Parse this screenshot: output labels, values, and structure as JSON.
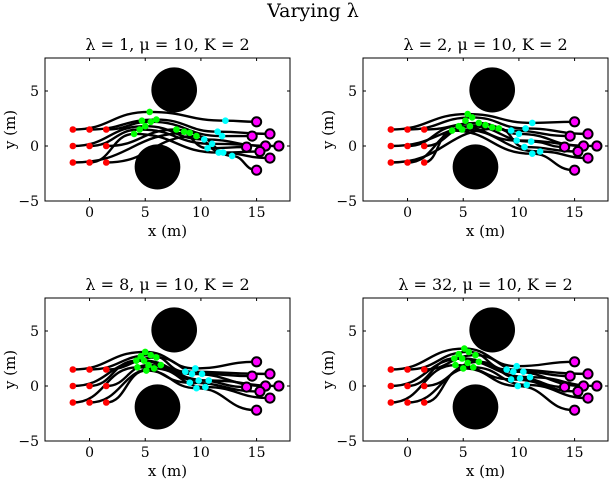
{
  "figure": {
    "suptitle": "Varying λ"
  },
  "chart_data": [
    {
      "type": "scatter",
      "title": "λ = 1, μ = 10, K = 2",
      "xlabel": "x (m)",
      "ylabel": "y (m)",
      "xlim": [
        -4,
        18
      ],
      "ylim": [
        -5,
        8
      ],
      "xticks": [
        0,
        5,
        10,
        15
      ],
      "yticks": [
        -5,
        0,
        5
      ],
      "obstacles": [
        {
          "x": 7.6,
          "y": 5.1,
          "r": 2.05
        },
        {
          "x": 6.1,
          "y": -1.9,
          "r": 2.05
        }
      ],
      "series": [
        {
          "color": "#ff0000",
          "points": [
            [
              -1.5,
              1.5
            ],
            [
              0,
              1.5
            ],
            [
              1.5,
              1.5
            ],
            [
              -1.5,
              0
            ],
            [
              0,
              0
            ],
            [
              1.5,
              0
            ],
            [
              -1.5,
              -1.5
            ],
            [
              0,
              -1.5
            ],
            [
              1.5,
              -1.5
            ]
          ]
        },
        {
          "color": "#00ff00",
          "points": [
            [
              4,
              1.1
            ],
            [
              4.5,
              1.5
            ],
            [
              5,
              1.8
            ],
            [
              5.5,
              2.2
            ],
            [
              6,
              2.4
            ],
            [
              4.7,
              2.3
            ],
            [
              5.4,
              3.1
            ],
            [
              7.8,
              1.5
            ],
            [
              8.5,
              1.3
            ],
            [
              9,
              1.2
            ],
            [
              9.6,
              0.9
            ]
          ]
        },
        {
          "color": "#00ffff",
          "points": [
            [
              10.3,
              0.6
            ],
            [
              11,
              0.2
            ],
            [
              11.5,
              1.3
            ],
            [
              11.9,
              0.9
            ],
            [
              12.2,
              2.3
            ],
            [
              12,
              -0.6
            ],
            [
              12.8,
              -0.9
            ],
            [
              11.6,
              -0.6
            ],
            [
              10.6,
              -0.2
            ]
          ]
        },
        {
          "color": "#ff00ff",
          "points": [
            [
              15,
              2.2
            ],
            [
              16.2,
              1.1
            ],
            [
              14.6,
              0.9
            ],
            [
              15.8,
              0
            ],
            [
              17,
              0
            ],
            [
              14.1,
              -0.1
            ],
            [
              15.3,
              -0.5
            ],
            [
              16.2,
              -1.1
            ],
            [
              15,
              -2.2
            ]
          ]
        }
      ]
    },
    {
      "type": "scatter",
      "title": "λ = 2, μ = 10, K = 2",
      "xlabel": "x (m)",
      "ylabel": "y (m)",
      "xlim": [
        -4,
        18
      ],
      "ylim": [
        -5,
        8
      ],
      "xticks": [
        0,
        5,
        10,
        15
      ],
      "yticks": [
        -5,
        0,
        5
      ],
      "obstacles": [
        {
          "x": 7.6,
          "y": 5.1,
          "r": 2.05
        },
        {
          "x": 6.1,
          "y": -1.9,
          "r": 2.05
        }
      ],
      "series": [
        {
          "color": "#ff0000",
          "points": [
            [
              -1.5,
              1.5
            ],
            [
              0,
              1.5
            ],
            [
              1.5,
              1.5
            ],
            [
              -1.5,
              0
            ],
            [
              0,
              0
            ],
            [
              1.5,
              0
            ],
            [
              -1.5,
              -1.5
            ],
            [
              0,
              -1.5
            ],
            [
              1.5,
              -1.5
            ]
          ]
        },
        {
          "color": "#00ff00",
          "points": [
            [
              4,
              1.4
            ],
            [
              4.6,
              1.8
            ],
            [
              5.2,
              2.3
            ],
            [
              5.8,
              2.6
            ],
            [
              5.4,
              2.9
            ],
            [
              6.4,
              2.1
            ],
            [
              7,
              1.9
            ],
            [
              7.6,
              1.7
            ],
            [
              8.2,
              1.6
            ],
            [
              4.9,
              1.5
            ],
            [
              5.6,
              1.8
            ]
          ]
        },
        {
          "color": "#00ffff",
          "points": [
            [
              9.3,
              1.4
            ],
            [
              10,
              1.1
            ],
            [
              10.6,
              1.6
            ],
            [
              11.2,
              2.1
            ],
            [
              9.8,
              0.5
            ],
            [
              10.5,
              -0.1
            ],
            [
              11.2,
              -0.7
            ],
            [
              11.9,
              -0.5
            ],
            [
              11.1,
              0.4
            ]
          ]
        },
        {
          "color": "#ff00ff",
          "points": [
            [
              15,
              2.2
            ],
            [
              16.2,
              1.1
            ],
            [
              14.6,
              0.9
            ],
            [
              15.8,
              0
            ],
            [
              17,
              0
            ],
            [
              14.1,
              -0.1
            ],
            [
              15.3,
              -0.5
            ],
            [
              16.2,
              -1.1
            ],
            [
              15,
              -2.2
            ]
          ]
        }
      ]
    },
    {
      "type": "scatter",
      "title": "λ = 8, μ = 10, K = 2",
      "xlabel": "x (m)",
      "ylabel": "y (m)",
      "xlim": [
        -4,
        18
      ],
      "ylim": [
        -5,
        8
      ],
      "xticks": [
        0,
        5,
        10,
        15
      ],
      "yticks": [
        -5,
        0,
        5
      ],
      "obstacles": [
        {
          "x": 7.6,
          "y": 5.1,
          "r": 2.05
        },
        {
          "x": 6.1,
          "y": -1.9,
          "r": 2.05
        }
      ],
      "series": [
        {
          "color": "#ff0000",
          "points": [
            [
              -1.5,
              1.5
            ],
            [
              0,
              1.5
            ],
            [
              1.5,
              1.5
            ],
            [
              -1.5,
              0
            ],
            [
              0,
              0
            ],
            [
              1.5,
              0
            ],
            [
              -1.5,
              -1.5
            ],
            [
              0,
              -1.5
            ],
            [
              1.5,
              -1.5
            ]
          ]
        },
        {
          "color": "#00ff00",
          "points": [
            [
              4.3,
              1.7
            ],
            [
              4.9,
              2.3
            ],
            [
              5.5,
              2.8
            ],
            [
              5,
              3.1
            ],
            [
              6,
              2.6
            ],
            [
              4.6,
              2.7
            ],
            [
              5.3,
              1.9
            ],
            [
              5.8,
              1.6
            ],
            [
              6.4,
              1.9
            ],
            [
              4.2,
              2.3
            ],
            [
              5.1,
              1.4
            ]
          ]
        },
        {
          "color": "#00ffff",
          "points": [
            [
              9.5,
              1.6
            ],
            [
              10.1,
              1.1
            ],
            [
              10.7,
              0.5
            ],
            [
              9.2,
              1.1
            ],
            [
              9.8,
              0.5
            ],
            [
              10.4,
              -0.1
            ],
            [
              9,
              0.3
            ],
            [
              8.6,
              1.3
            ],
            [
              9.6,
              -0.2
            ]
          ]
        },
        {
          "color": "#ff00ff",
          "points": [
            [
              15,
              2.2
            ],
            [
              16.2,
              1.1
            ],
            [
              14.6,
              0.9
            ],
            [
              15.8,
              0
            ],
            [
              17,
              0
            ],
            [
              14.1,
              -0.1
            ],
            [
              15.3,
              -0.5
            ],
            [
              16.2,
              -1.1
            ],
            [
              15,
              -2.2
            ]
          ]
        }
      ]
    },
    {
      "type": "scatter",
      "title": "λ = 32, μ = 10, K = 2",
      "xlabel": "x (m)",
      "ylabel": "y (m)",
      "xlim": [
        -4,
        18
      ],
      "ylim": [
        -5,
        8
      ],
      "xticks": [
        0,
        5,
        10,
        15
      ],
      "yticks": [
        -5,
        0,
        5
      ],
      "obstacles": [
        {
          "x": 7.6,
          "y": 5.1,
          "r": 2.05
        },
        {
          "x": 6.1,
          "y": -1.9,
          "r": 2.05
        }
      ],
      "series": [
        {
          "color": "#ff0000",
          "points": [
            [
              -1.5,
              1.5
            ],
            [
              0,
              1.5
            ],
            [
              1.5,
              1.5
            ],
            [
              -1.5,
              0
            ],
            [
              0,
              0
            ],
            [
              1.5,
              0
            ],
            [
              -1.5,
              -1.5
            ],
            [
              0,
              -1.5
            ],
            [
              1.5,
              -1.5
            ]
          ]
        },
        {
          "color": "#00ff00",
          "points": [
            [
              4.3,
              1.9
            ],
            [
              4.9,
              2.5
            ],
            [
              5.5,
              3.1
            ],
            [
              5.1,
              3.4
            ],
            [
              6.1,
              2.8
            ],
            [
              4.6,
              2.9
            ],
            [
              5.4,
              2.1
            ],
            [
              5.9,
              1.7
            ],
            [
              6.4,
              2.2
            ],
            [
              4.2,
              2.5
            ],
            [
              5,
              1.6
            ]
          ]
        },
        {
          "color": "#00ffff",
          "points": [
            [
              9.8,
              1.8
            ],
            [
              10.4,
              1.3
            ],
            [
              11,
              0.8
            ],
            [
              9.5,
              1.3
            ],
            [
              10.1,
              0.7
            ],
            [
              10.7,
              0.1
            ],
            [
              9.3,
              0.6
            ],
            [
              8.9,
              1.5
            ],
            [
              9.9,
              0
            ]
          ]
        },
        {
          "color": "#ff00ff",
          "points": [
            [
              15,
              2.2
            ],
            [
              16.2,
              1.1
            ],
            [
              14.6,
              0.9
            ],
            [
              15.8,
              0
            ],
            [
              17,
              0
            ],
            [
              14.1,
              -0.1
            ],
            [
              15.3,
              -0.5
            ],
            [
              16.2,
              -1.1
            ],
            [
              15,
              -2.2
            ]
          ]
        }
      ]
    }
  ]
}
